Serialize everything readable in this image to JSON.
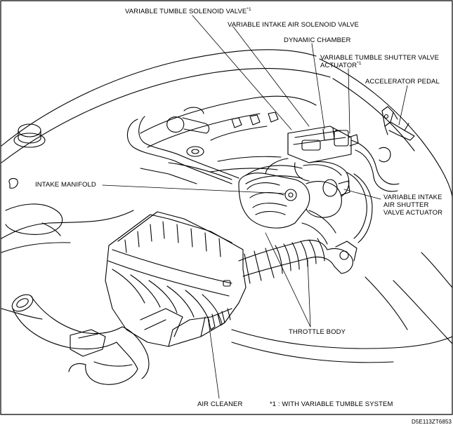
{
  "labels": {
    "variable_tumble_solenoid_valve": "VARIABLE TUMBLE SOLENOID VALVE",
    "variable_tumble_solenoid_valve_mark": "*1",
    "variable_intake_air_solenoid_valve": "VARIABLE INTAKE AIR SOLENOID VALVE",
    "dynamic_chamber": "DYNAMIC CHAMBER",
    "variable_tumble_shutter_line1": "VARIABLE TUMBLE SHUTTER VALVE",
    "variable_tumble_shutter_line2": "ACTUATOR",
    "variable_tumble_shutter_mark": "*1",
    "accelerator_pedal": "ACCELERATOR PEDAL",
    "intake_manifold": "INTAKE MANIFOLD",
    "variable_intake_air_shutter_line1": "VARIABLE INTAKE",
    "variable_intake_air_shutter_line2": "AIR SHUTTER",
    "variable_intake_air_shutter_line3": "VALVE ACTUATOR",
    "throttle_body": "THROTTLE BODY",
    "air_cleaner": "AIR CLEANER",
    "footnote": "*1 : WITH VARIABLE TUMBLE SYSTEM",
    "figure_code": "D5E113ZT6853"
  }
}
